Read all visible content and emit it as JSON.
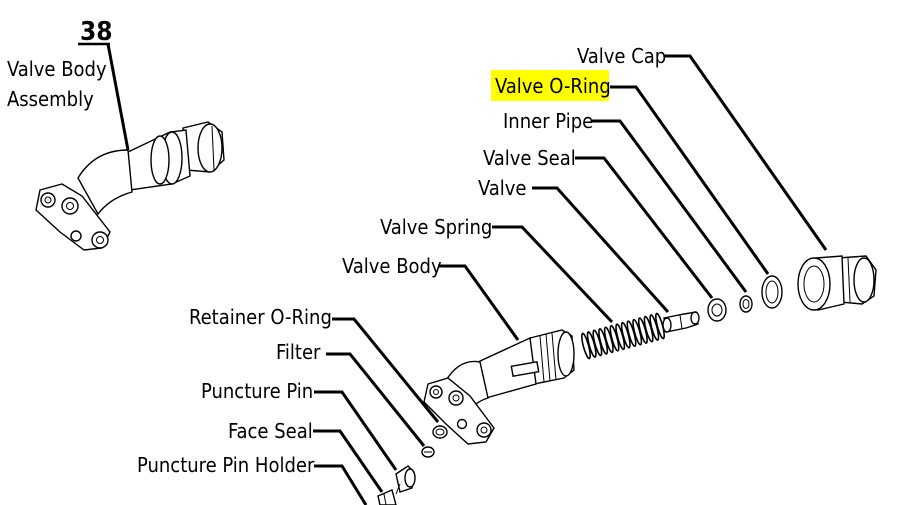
{
  "assembly": {
    "number": "38",
    "title_line1": "Valve Body",
    "title_line2": "Assembly"
  },
  "highlight_color": "#ffff00",
  "labels": {
    "valve_cap": "Valve Cap",
    "valve_o_ring": "Valve O-Ring",
    "inner_pipe": "Inner Pipe",
    "valve_seal": "Valve Seal",
    "valve": "Valve",
    "valve_spring": "Valve Spring",
    "valve_body": "Valve Body",
    "retainer_o_ring": "Retainer O-Ring",
    "filter": "Filter",
    "puncture_pin": "Puncture Pin",
    "face_seal": "Face Seal",
    "puncture_pin_holder": "Puncture Pin Holder"
  }
}
